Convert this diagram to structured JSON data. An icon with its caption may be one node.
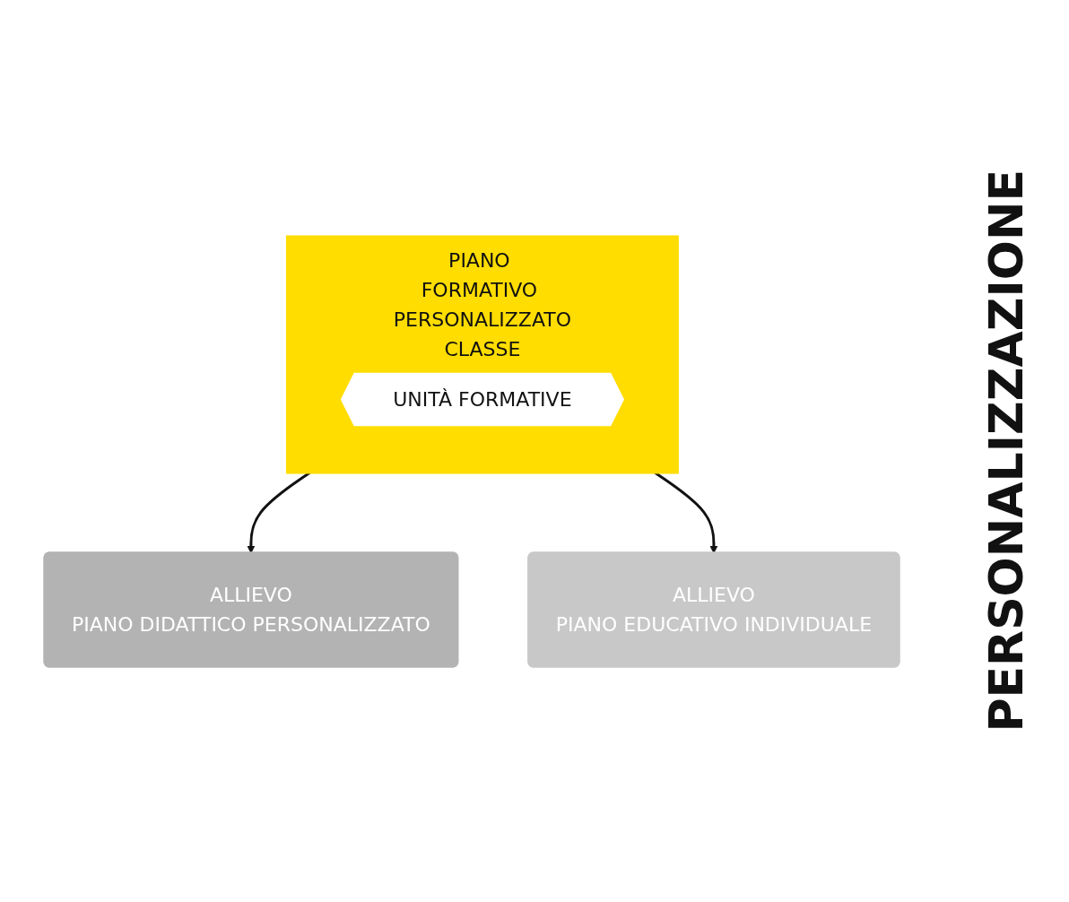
{
  "diagram": {
    "nodes": [
      {
        "text": [
          "PIANO FORMATIVO PERSONALIZZATO"
        ],
        "beside": [
          "CLASSE"
        ]
      },
      {
        "text": [
          "UNITÀ FORMATIVE"
        ],
        "in": 0
      },
      {
        "text": [
          "ALLIEVO",
          "PIANO DIDATTICO PERSONALIZZATO"
        ]
      },
      {
        "text": [
          "ALLIEVO",
          "PIANO EDUCATIVO INDIVIDUALE"
        ]
      }
    ],
    "edges": [
      {
        "from": 0,
        "to": 2,
        "arrow": "to"
      },
      {
        "from": 0,
        "to": 3,
        "arrow": "to"
      }
    ],
    "labels": [
      "PERSONALIZZAZIONE"
    ]
  }
}
